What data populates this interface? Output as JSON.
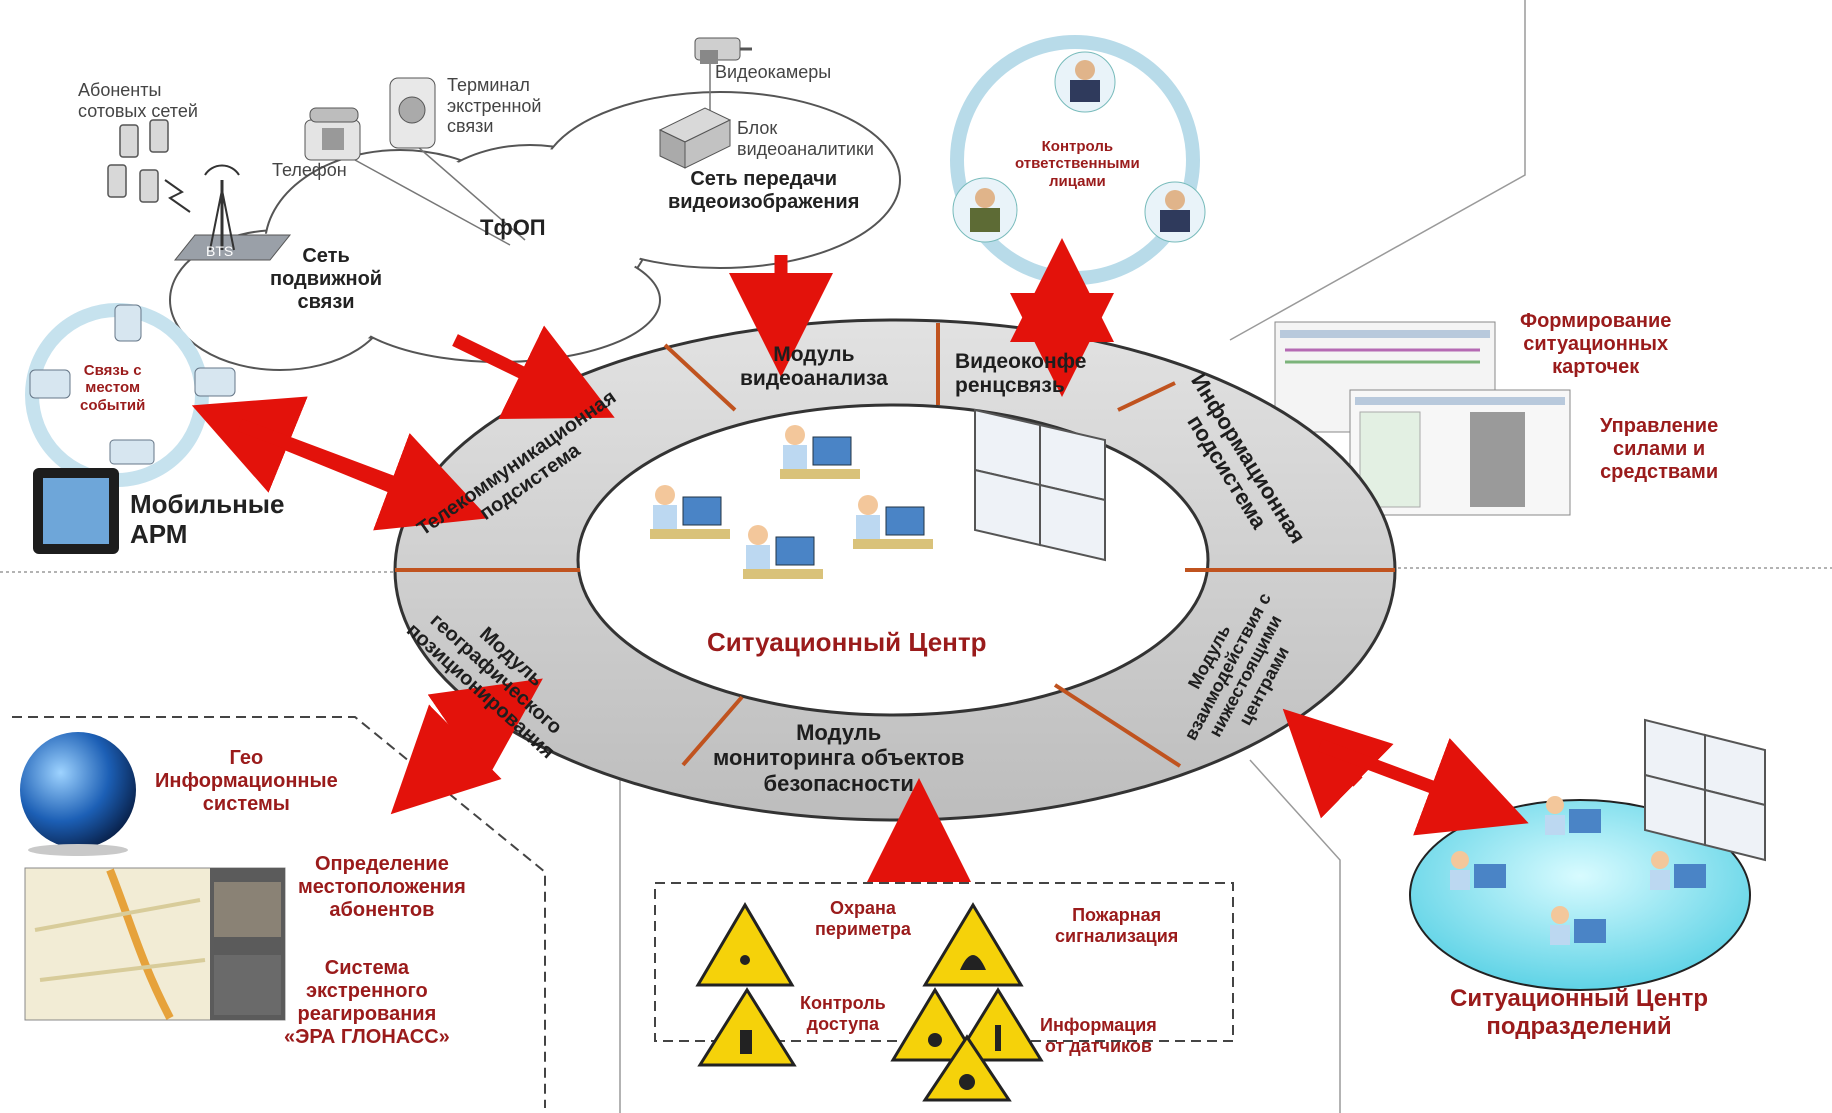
{
  "colors": {
    "arrow": "#e3120b",
    "ring_fill": "#cfcfcf",
    "divider": "#c0531f",
    "accent_text": "#9a1b1b",
    "hazard_yellow": "#f5d20a",
    "lagoon": "#8fe6f0"
  },
  "top": {
    "subscribers": "Абоненты\nсотовых сетей",
    "phone": "Телефон",
    "terminal": "Терминал\nэкстренной\nсвязи",
    "cameras": "Видеокамеры",
    "analytics_block": "Блок\nвидеоаналитики",
    "mobile_net": "Сеть\nподвижной\nсвязи",
    "pstn": "ТфОП",
    "video_net": "Сеть передачи\nвидеоизображения",
    "bts": "BTS",
    "control": "Контроль\nответственными\nлицами"
  },
  "left": {
    "site_link": "Связь с\nместом\nсобытий",
    "mobile_arm": "Мобильные\nАРМ",
    "geo_is": "Гео\nИнформационные\nсистемы",
    "locate": "Определение\nместоположения\nабонентов",
    "era": "Система\nэкстренного\nреагирования\n«ЭРА ГЛОНАСС»"
  },
  "right": {
    "cards": "Формирование\nситуационных\nкарточек",
    "forces": "Управление\nсилами и\nсредствами",
    "sub_center": "Ситуационный Центр\nподразделений"
  },
  "ring": {
    "video_analysis": "Модуль\nвидеоанализа",
    "videoconf": "Видеоконфе\nренцсвязь",
    "telecom": "Телекоммуникационная\nподсистема",
    "info": "Информационная\nподсистема",
    "geo": "Модуль\nгеографического\nпозиционирования",
    "interaction": "Модуль\nвзаимодействия с\nнижестоящими\nцентрами",
    "monitoring": "Модуль\nмониторинга объектов\nбезопасности",
    "center": "Ситуационный Центр"
  },
  "bottom": {
    "perimeter": "Охрана\nпериметра",
    "fire": "Пожарная\nсигнализация",
    "access": "Контроль\nдоступа",
    "sensors": "Информация\nот датчиков"
  }
}
